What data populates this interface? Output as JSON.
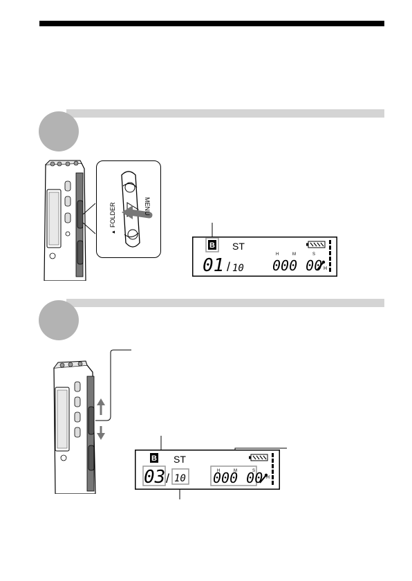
{
  "colors": {
    "rule": "#000000",
    "step_bar": "#d4d4d4",
    "step_circle": "#b3b3b3",
    "device_grey": "#c8c8c8"
  },
  "step1": {
    "callout": {
      "folder_label": "FOLDER",
      "menu_label": "MENU"
    },
    "display": {
      "folder_letter": "B",
      "mode": "ST",
      "message_number": "01",
      "total_messages": "10",
      "time_digits": "000 00",
      "unit_h": "H",
      "unit_m": "M",
      "unit_s": "S",
      "quality": "H"
    }
  },
  "step2": {
    "display": {
      "folder_letter": "B",
      "mode": "ST",
      "message_number": "03",
      "total_messages": "10",
      "time_digits": "000 00",
      "unit_h": "H",
      "unit_m": "M",
      "unit_s": "S",
      "quality": "H"
    }
  }
}
